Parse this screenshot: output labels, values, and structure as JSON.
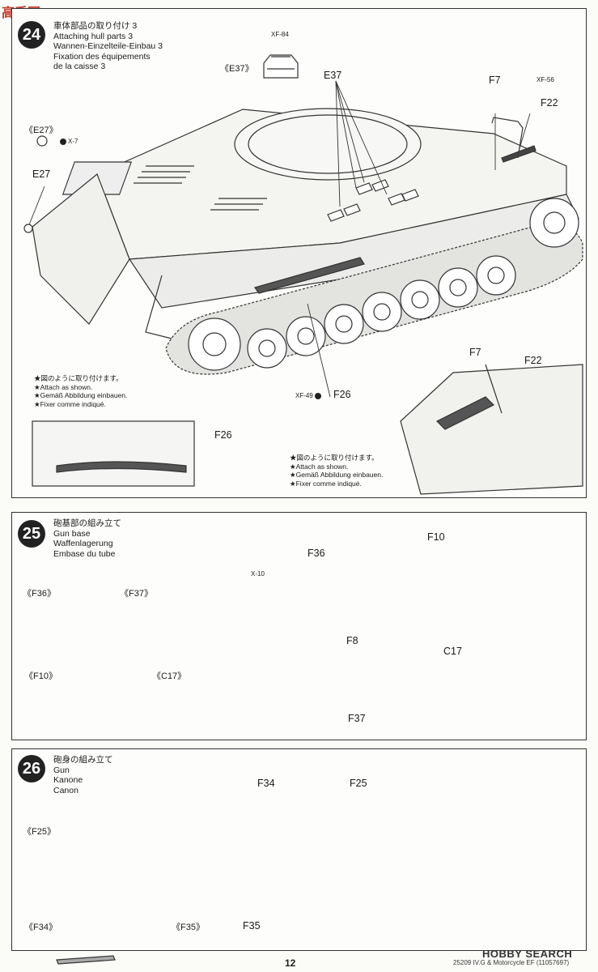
{
  "site_logo": "高手网",
  "step24": {
    "number": "24",
    "titles": [
      "車体部品の取り付け 3",
      "Attaching hull parts 3",
      "Wannen-Einzelteile-Einbau 3",
      "Fixation des équipements",
      "de la caisse 3"
    ],
    "labels": {
      "xf84": "XF-84",
      "e37_bracket": "《E37》",
      "e37": "E37",
      "f7": "F7",
      "xf56": "XF-56",
      "f22": "F22",
      "e27_bracket": "《E27》",
      "x7": "X-7",
      "e27": "E27",
      "xf49": "XF-49",
      "f26": "F26",
      "f26_detail": "F26",
      "f7_detail": "F7",
      "f22_detail": "F22"
    },
    "note_left": [
      "★図のように取り付けます。",
      "★Attach as shown.",
      "★Gemäß Abbildung einbauen.",
      "★Fixer comme indiqué."
    ],
    "note_right": [
      "★図のように取り付けます。",
      "★Attach as shown.",
      "★Gemäß Abbildung einbauen.",
      "★Fixer comme indiqué."
    ]
  },
  "step25": {
    "number": "25",
    "titles": [
      "砲基部の組み立て",
      "Gun base",
      "Waffenlagerung",
      "Embase du tube"
    ],
    "labels": {
      "f36_bracket": "《F36》",
      "f37_bracket": "《F37》",
      "f10_bracket": "《F10》",
      "c17_bracket": "《C17》",
      "x10": "X-10",
      "f36": "F36",
      "f8": "F8",
      "f37": "F37",
      "f10": "F10",
      "c17": "C17"
    }
  },
  "step26": {
    "number": "26",
    "titles": [
      "砲身の組み立て",
      "Gun",
      "Kanone",
      "Canon"
    ],
    "labels": {
      "f25_bracket": "《F25》",
      "f34_bracket": "《F34》",
      "f35_bracket": "《F35》",
      "f34": "F34",
      "f35": "F35",
      "f25": "F25"
    }
  },
  "footer": {
    "page": "12",
    "product": "25209 IV.G & Motorcycle EF (11057697)",
    "watermark": "HOBBY SEARCH"
  }
}
